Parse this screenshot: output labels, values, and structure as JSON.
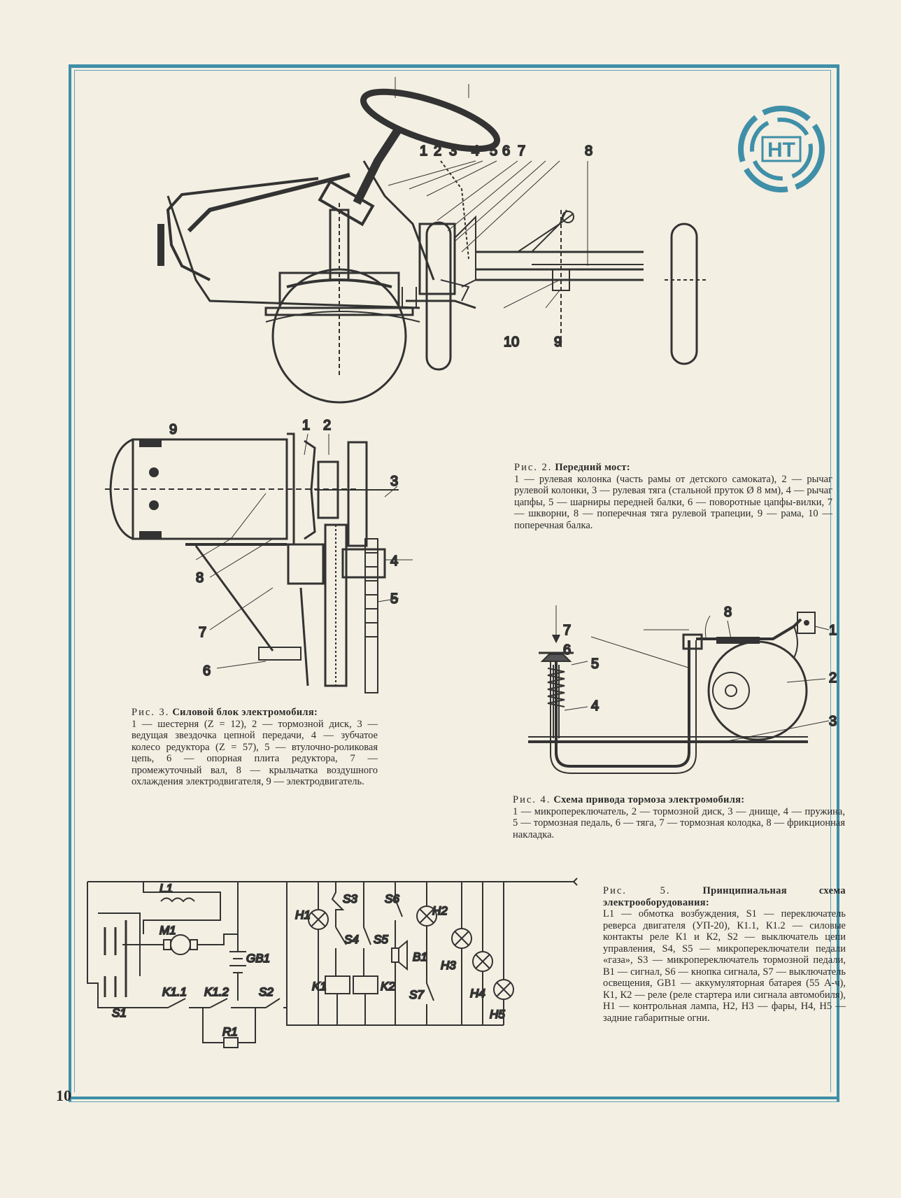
{
  "page_number": "10",
  "logo": {
    "text": "НТ"
  },
  "figure2": {
    "labels": [
      "1",
      "2",
      "3",
      "4",
      "5",
      "6",
      "7",
      "8",
      "9",
      "10"
    ],
    "caption_prefix": "Рис. 2.",
    "caption_title": "Передний мост:",
    "caption_body": "1 — рулевая колонка (часть рамы от детского самоката), 2 — рычаг рулевой колонки, 3 — рулевая тяга (стальной пруток Ø 8 мм), 4 — рычаг цапфы, 5 — шарниры передней балки, 6 — поворотные цапфы-вилки, 7 — шкворни, 8 — поперечная тяга рулевой трапеции, 9 — рама, 10 — поперечная балка."
  },
  "figure3": {
    "labels": [
      "9",
      "1",
      "2",
      "3",
      "8",
      "4",
      "7",
      "5",
      "6"
    ],
    "caption_prefix": "Рис. 3.",
    "caption_title": "Силовой блок электромобиля:",
    "caption_body": "1 — шестерня (Z = 12), 2 — тормозной диск, 3 — ведущая звездочка цепной передачи, 4 — зубчатое колесо редуктора (Z = 57), 5 — втулочно-роликовая цепь, 6 — опорная плита редуктора, 7 — промежуточный вал, 8 — крыльчатка воздушного охлаждения электродвигателя, 9 — электродвигатель."
  },
  "figure4": {
    "labels": [
      "8",
      "7",
      "1",
      "6",
      "2",
      "5",
      "4",
      "3"
    ],
    "caption_prefix": "Рис. 4.",
    "caption_title": "Схема привода тормоза электромобиля:",
    "caption_body": "1 — микропереключатель, 2 — тормозной диск, 3 — днище, 4 — пружина, 5 — тормозная педаль, 6 — тяга, 7 — тормозная колодка, 8 — фрикционная накладка."
  },
  "figure5": {
    "labels": {
      "L1": "L1",
      "M1": "M1",
      "GB1": "GB1",
      "S1": "S1",
      "K11": "K1.1",
      "K12": "K1.2",
      "S2": "S2",
      "R1": "R1",
      "H1": "H1",
      "S3": "S3",
      "S4": "S4",
      "S5": "S5",
      "S6": "S6",
      "B1": "B1",
      "K1": "K1",
      "K2": "K2",
      "S7": "S7",
      "H2": "H2",
      "H3": "H3",
      "H4": "H4",
      "H5": "H5"
    },
    "caption_prefix": "Рис. 5.",
    "caption_title": "Принципиальная схема электрооборудования:",
    "caption_body": "L1 — обмотка возбуждения, S1 — переключатель реверса двигателя (УП-20), К1.1, К1.2 — силовые контакты реле К1 и К2, S2 — выключатель цепи управления, S4, S5 — микропереключатели педали «газа», S3 — микропереключатель тормозной педали, B1 — сигнал, S6 — кнопка сигнала, S7 — выключатель освещения, GB1 — аккумуляторная батарея (55 А-ч), К1, К2 — реле (реле стартера или сигнала автомобиля), H1 — контрольная лампа, H2, H3 — фары, H4, H5 — задние габаритные огни."
  }
}
